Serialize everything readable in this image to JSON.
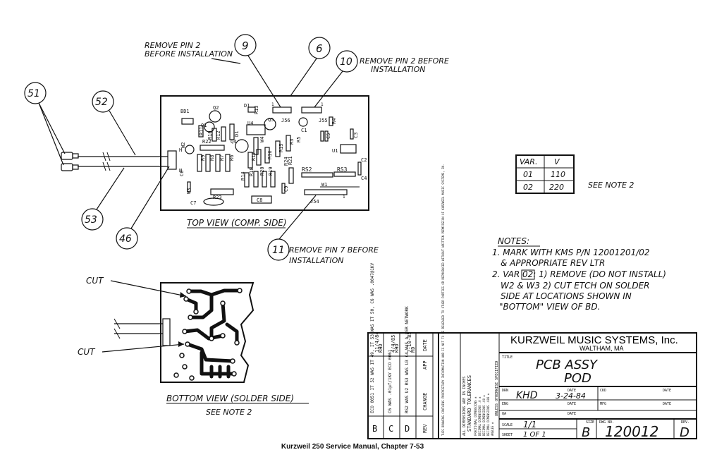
{
  "top_view": {
    "label": "TOP VIEW (COMP. SIDE)",
    "components": [
      "BD1",
      "D1",
      "Q2",
      "R13",
      "J56",
      "J55",
      "Q1",
      "U4",
      "Q5",
      "C1",
      "R4",
      "R11",
      "R12",
      "R10",
      "D1",
      "C5",
      "C3",
      "R22",
      "Q4",
      "W4",
      "R9",
      "R8",
      "R7",
      "R6",
      "R17",
      "R16",
      "R15",
      "R3",
      "R5",
      "U1",
      "W2",
      "C2",
      "R14",
      "R18",
      "R20",
      "R19",
      "RS2",
      "RS3",
      "C4",
      "C6",
      "R24",
      "R21",
      "W1",
      "W3",
      "R23",
      "C9",
      "C7",
      "C8",
      "J54"
    ],
    "pin_marks": [
      "H",
      "N",
      "1",
      "1",
      "1",
      "1"
    ]
  },
  "callouts": {
    "c51": "51",
    "c52": "52",
    "c53": "53",
    "c46": "46",
    "c9": "9",
    "c6": "6",
    "c10": "10",
    "c11": "11"
  },
  "notes_remove": {
    "n9": [
      "REMOVE PIN 2",
      "BEFORE INSTALLATION"
    ],
    "n10": [
      "REMOVE PIN 2 BEFORE",
      "INSTALLATION"
    ],
    "n11": [
      "REMOVE PIN 7 BEFORE",
      "INSTALLATION"
    ]
  },
  "var_table": {
    "headers": [
      "VAR.",
      "V"
    ],
    "rows": [
      [
        "01",
        "110"
      ],
      [
        "02",
        "220"
      ]
    ],
    "note": "SEE NOTE 2"
  },
  "notes": {
    "title": "NOTES:",
    "lines": [
      "1. MARK WITH KMS P/N 12001201/02",
      "& APPROPRIATE REV LTR",
      "2. VAR 02: 1) REMOVE (DO NOT INSTALL)",
      "W2 & W3 2) CUT ETCH ON SOLDER",
      "SIDE AT LOCATIONS SHOWN IN",
      "\"BOTTOM\" VIEW OF BD."
    ]
  },
  "bottom_view": {
    "cut1": "CUT",
    "cut2": "CUT",
    "label": "BOTTOM VIEW (SOLDER SIDE)",
    "see": "SEE NOTE 2"
  },
  "title_block": {
    "company": "KURZWEIL MUSIC SYSTEMS, Inc.",
    "city": "WALTHAM, MA",
    "title_label": "TITLE",
    "title_line1": "PCB ASSY",
    "title_line2": "POD",
    "drn_label": "DRN",
    "drn": "KHD",
    "date_label": "DATE",
    "date": "3-24-84",
    "ckd_label": "CKD",
    "eng_label": "ENG",
    "mfg_label": "MFG",
    "qa_label": "QA",
    "scale_label": "SCALE",
    "scale": "1/1",
    "sheet_label": "SHEET",
    "sheet": "1 OF 1",
    "size_label": "SIZE",
    "size": "B",
    "dwg_label": "DWG NO.",
    "dwg": "120012",
    "rev_label": "REV.",
    "rev": "D",
    "unless": "UNLESS OTHERWISE SPECIFIED",
    "dims": "ALL DIMENSIONS ARE IN INCHES",
    "std_tol": "STANDARD TOLERANCES",
    "tol_lines": [
      "FRACTIONAL DIMENSIONS ±",
      "DECIMAL DIMENSIONS .0 ±",
      "DECIMAL DIMENSIONS .00 ±",
      "DECIMAL DIMENSIONS .000 ±",
      "ANGLES ±"
    ],
    "proprietary": "THIS DRAWING CONTAINS PROPRIETARY INFORMATION AND IS NOT TO BE RELEASED TO OTHER PARTIES OR REPRODUCED WITHOUT WRITTEN PERMISSION OF KURZWEIL MUSIC SYSTEMS, IN.",
    "rev_head": "REV",
    "change_head": "CHANGE",
    "app_head": "APP",
    "date_head": "DATE",
    "revisions": [
      {
        "rev": "B",
        "change": "ECO 0051 IT 52 WAS IT 49, IT 53 WAS IT 50, C6 WAS .0047@1KV",
        "app": "KHD",
        "date": "11/4/84"
      },
      {
        "rev": "C",
        "change": "C6 WAS .01µf/1KV ECO 0061",
        "app": "KHD",
        "date": "4/4/85"
      },
      {
        "rev": "D",
        "change": "RS2 WAS U2 RS3 WAS U3 C4 WAS A PER NETWORK",
        "app": "RD",
        "date": "7-10-85"
      }
    ]
  },
  "footer": "Kurzweil 250 Service Manual, Chapter 7-53"
}
